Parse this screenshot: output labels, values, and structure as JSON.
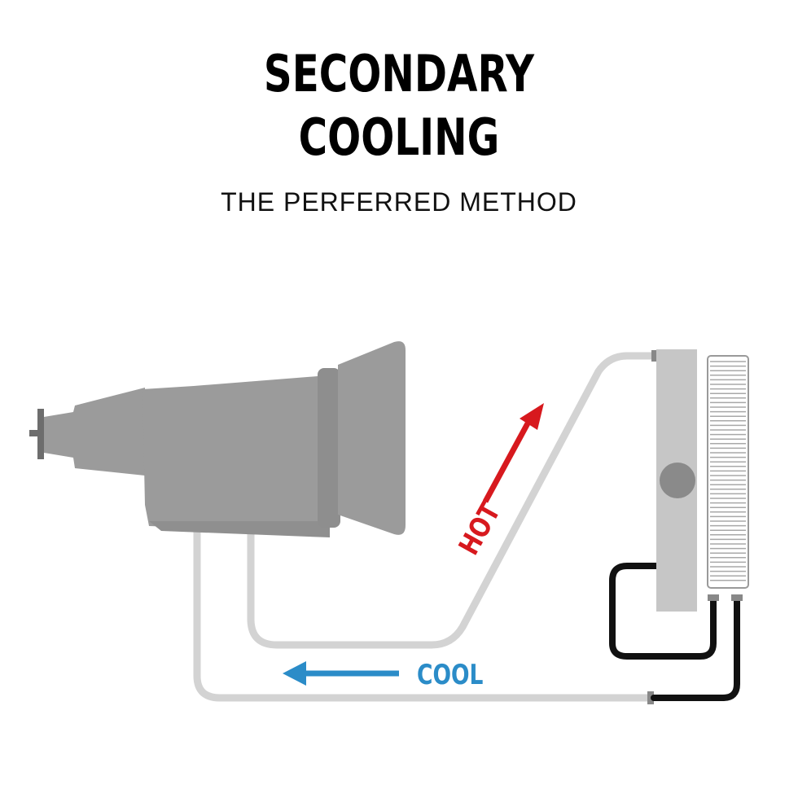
{
  "title": {
    "line1": "SECONDARY",
    "line2": "COOLING"
  },
  "subtitle": "THE PERFERRED METHOD",
  "labels": {
    "hot": "HOT",
    "cool": "COOL"
  },
  "colors": {
    "hot": "#d7191e",
    "cool": "#2b8cc8",
    "transmission": "#9b9b9b",
    "line": "#d3d3d3",
    "hose": "#111111",
    "radiator": "#c6c6c6"
  }
}
